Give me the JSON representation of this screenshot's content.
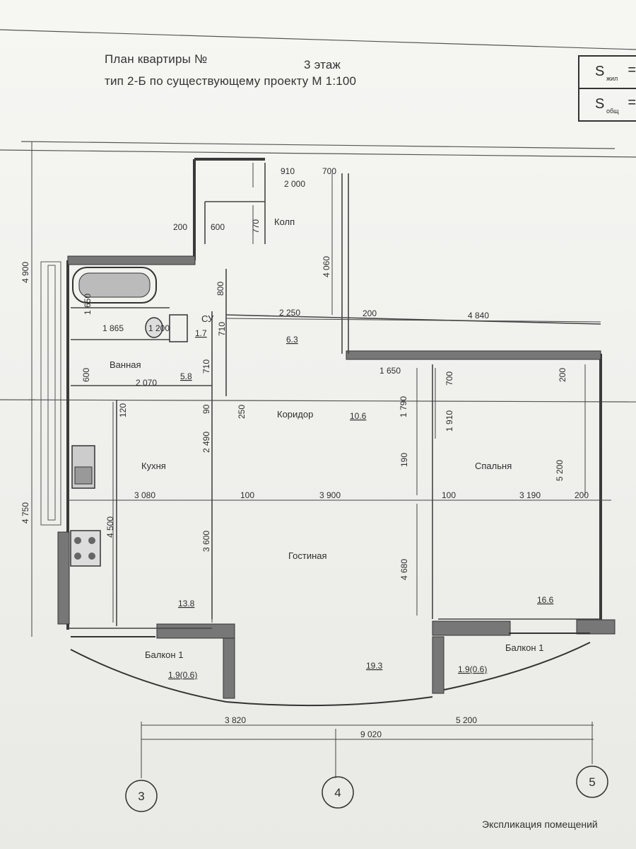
{
  "header": {
    "title": "План квартиры  №",
    "floor": "3 этаж",
    "type": "тип 2-Б   по существующему проекту  М  1:100"
  },
  "stamp": {
    "s_living": "S",
    "s_living_sub": "жил",
    "s_total": "S",
    "s_total_sub": "общ",
    "eq": "="
  },
  "rooms": {
    "kolp": "Колп",
    "su": "СУ",
    "su_area": "1.7",
    "hall_area": "6.3",
    "bath": "Ванная",
    "bath_area": "5.8",
    "corridor": "Коридор",
    "corridor_area": "10.6",
    "kitchen": "Кухня",
    "kitchen_area": "13.8",
    "bedroom": "Спальня",
    "bedroom_area": "16.6",
    "living": "Гостиная",
    "living_area": "19.3",
    "balcony_left": "Балкон 1",
    "balcony_left_area": "1.9(0.6)",
    "balcony_right": "Балкон 1",
    "balcony_right_area": "1.9(0.6)"
  },
  "dimensions": {
    "d910": "910",
    "d700": "700",
    "d2000": "2 000",
    "d600a": "600",
    "d200a": "200",
    "d800": "800",
    "d770": "770",
    "d4900": "4 900",
    "d4060": "4 060",
    "d2250": "2 250",
    "d200b": "200",
    "d4840": "4 840",
    "d1650": "1 650",
    "d1865": "1 865",
    "d1200": "1 200",
    "d600b": "600",
    "d710a": "710",
    "d710b": "710",
    "d2070": "2 070",
    "d1650b": "1 650",
    "d700b": "700",
    "d1790": "1 790",
    "d250": "250",
    "d120": "120",
    "d2490": "2 490",
    "d90": "90",
    "d200c": "200",
    "d5200": "5 200",
    "d1910": "1 910",
    "d100a": "100",
    "d3080": "3 080",
    "d100b": "100",
    "d3900": "3 900",
    "d100c": "100",
    "d3190": "3 190",
    "d200d": "200",
    "d4500": "4 500",
    "d3600": "3 600",
    "d4680": "4 680",
    "d4750": "4 750",
    "d3820": "3 820",
    "d5200b": "5 200",
    "d9020": "9 020",
    "d190": "190"
  },
  "axes": {
    "a3": "3",
    "a4": "4",
    "a5": "5"
  },
  "footer": {
    "explication": "Экспликация помещений"
  },
  "colors": {
    "ink": "#2e2e2e",
    "wall": "#3a3a3a",
    "paper": "#f4f4f1"
  }
}
